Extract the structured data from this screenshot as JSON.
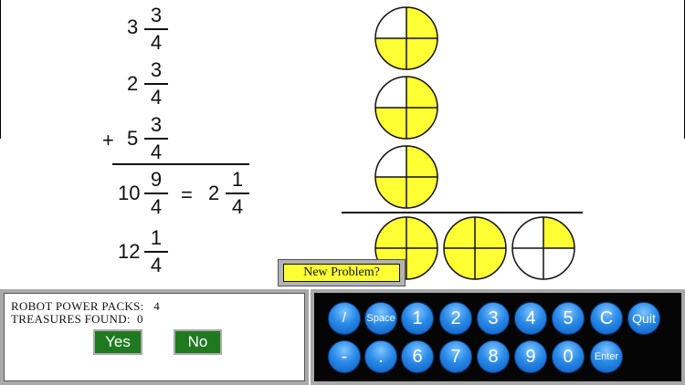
{
  "problem": {
    "addends": [
      {
        "whole": "3",
        "num": "3",
        "den": "4"
      },
      {
        "whole": "2",
        "num": "3",
        "den": "4"
      },
      {
        "whole": "5",
        "num": "3",
        "den": "4"
      }
    ],
    "operator": "+",
    "sum_step": {
      "whole": "10",
      "num": "9",
      "den": "4"
    },
    "equals": "=",
    "sum_simplified": {
      "whole": "2",
      "num": "1",
      "den": "4"
    },
    "answer": {
      "whole": "12",
      "num": "1",
      "den": "4"
    }
  },
  "pies": {
    "fill_color": "#ffff33",
    "outline_color": "#111111",
    "addend_pies": [
      {
        "filled_quarters": 3
      },
      {
        "filled_quarters": 3
      },
      {
        "filled_quarters": 3
      }
    ],
    "result_pies": [
      {
        "filled_quarters": 4
      },
      {
        "filled_quarters": 4
      },
      {
        "filled_quarters": 1
      }
    ]
  },
  "new_problem_label": "New Problem?",
  "status": {
    "power_packs_label": "ROBOT POWER PACKS:",
    "power_packs_value": "4",
    "treasures_label": "TREASURES FOUND:",
    "treasures_value": "0",
    "yes_label": "Yes",
    "no_label": "No",
    "button_color": "#1f7a1f"
  },
  "keypad": {
    "row1": [
      "/",
      "Space",
      "1",
      "2",
      "3",
      "4",
      "5",
      "C",
      "Quit"
    ],
    "row2": [
      "-",
      ".",
      "6",
      "7",
      "8",
      "9",
      "0",
      "Enter"
    ],
    "key_color": "#2a8ae8"
  }
}
